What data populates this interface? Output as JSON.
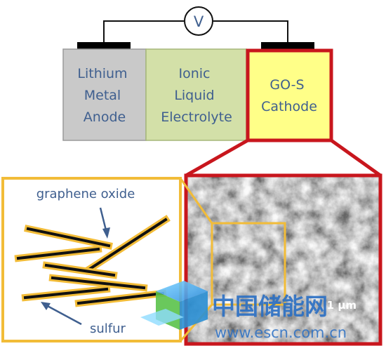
{
  "voltmeter": {
    "symbol": "V"
  },
  "cell": {
    "anode": {
      "lines": [
        "Lithium",
        "Metal",
        "Anode"
      ]
    },
    "electrolyte": {
      "lines": [
        "Ionic",
        "Liquid",
        "Electrolyte"
      ]
    },
    "cathode": {
      "lines": [
        "GO-S",
        "Cathode"
      ]
    }
  },
  "schematic": {
    "graphene_label": "graphene oxide",
    "sulfur_label": "sulfur"
  },
  "micrograph": {
    "scale_text": "1 μm"
  },
  "watermark": {
    "chinese": "中国储能网",
    "url": "www.escn.com.cn"
  },
  "colors": {
    "anode_fill": "#c9c9c9",
    "electrolyte_fill": "#d3e0a8",
    "cathode_fill": "#ffff88",
    "cathode_border": "#c8161d",
    "box_border": "#f2bc38",
    "text_blue": "#3f5f8f",
    "wire": "#111111",
    "terminal": "#000000",
    "flake_gold": "#f2bc38",
    "watermark_blue": "#2a6fc4",
    "watermark_green": "#5ac24a",
    "watermark_red": "#d42a2a"
  }
}
